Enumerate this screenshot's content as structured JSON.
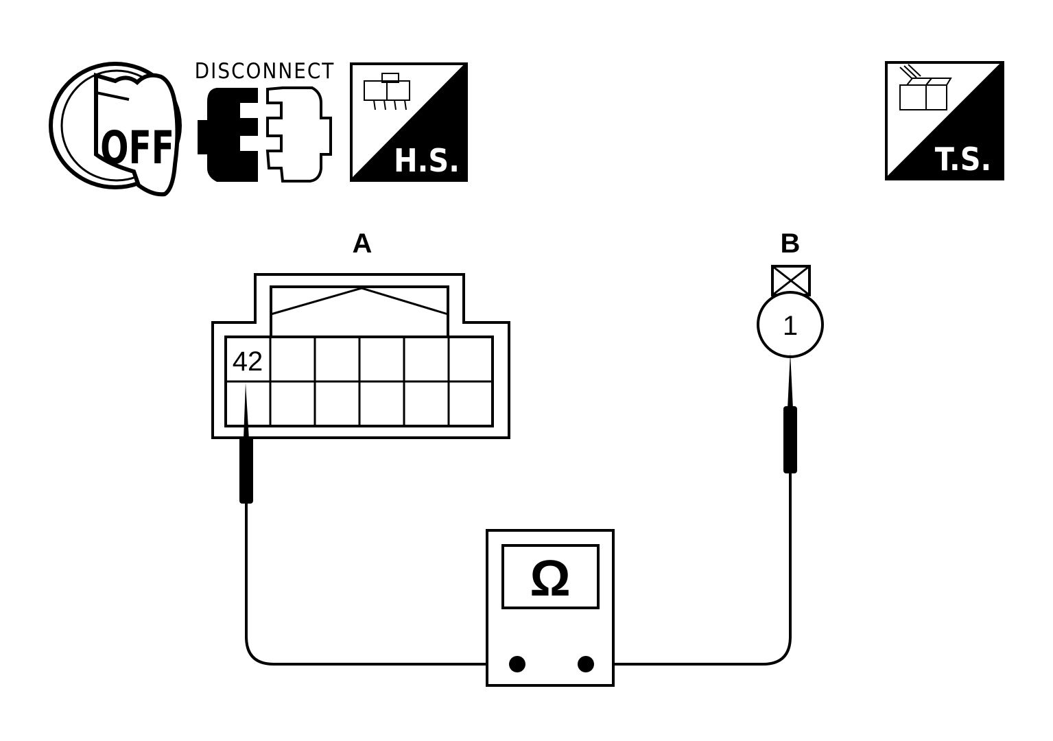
{
  "icons": {
    "ignition": {
      "icon": "ignition-key-off-icon",
      "label": "OFF"
    },
    "disconnect": {
      "icon": "connector-disconnect-icon",
      "label": "DISCONNECT"
    },
    "harness_side": {
      "icon": "harness-side-connector-icon",
      "label": "H.S."
    },
    "terminal_side": {
      "icon": "terminal-side-connector-icon",
      "label": "T.S."
    }
  },
  "connector_a": {
    "label": "A",
    "terminal": "42"
  },
  "connector_b": {
    "label": "B",
    "terminal": "1"
  },
  "meter": {
    "icon": "ohmmeter-icon",
    "symbol": "Ω"
  },
  "colors": {
    "ink": "#000000",
    "paper": "#ffffff"
  }
}
